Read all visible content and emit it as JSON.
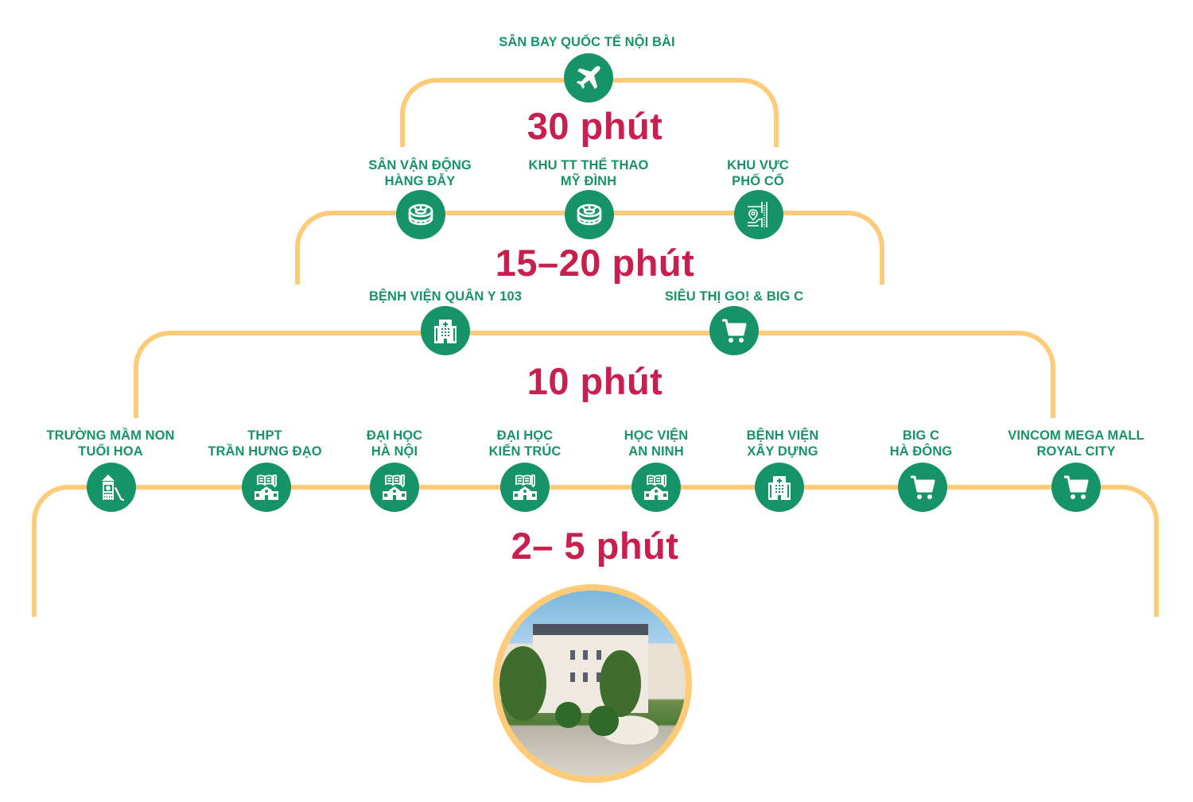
{
  "diagram": {
    "colors": {
      "label_green": "#17936a",
      "time_red": "#c91f4e",
      "bracket_yellow": "#fecb78",
      "icon_bg": "#17936a"
    },
    "tiers": [
      {
        "time": "30 phút",
        "destinations": [
          {
            "name": "SÂN BAY QUỐC TẾ NỘI BÀI",
            "lines": [
              "SÂN BAY QUỐC TẾ NỘI BÀI"
            ],
            "icon": "airplane-icon"
          }
        ]
      },
      {
        "time": "15–20 phút",
        "destinations": [
          {
            "lines": [
              "SÂN VẬN ĐỘNG",
              "HÀNG ĐẪY"
            ],
            "icon": "stadium-icon"
          },
          {
            "lines": [
              "KHU TT THỂ THAO",
              "MỸ ĐÌNH"
            ],
            "icon": "stadium-icon"
          },
          {
            "lines": [
              "KHU VỰC",
              "PHỐ CỔ"
            ],
            "icon": "map-pin-streets-icon"
          }
        ]
      },
      {
        "time": "10 phút",
        "destinations": [
          {
            "lines": [
              "BỆNH VIỆN QUÂN Y 103"
            ],
            "icon": "hospital-icon"
          },
          {
            "lines": [
              "SIÊU THỊ GO! & BIG C"
            ],
            "icon": "shopping-cart-icon"
          }
        ]
      },
      {
        "time": "2– 5 phút",
        "destinations": [
          {
            "lines": [
              "TRƯỜNG MẦM NON",
              "TUỔI HOA"
            ],
            "icon": "playground-icon"
          },
          {
            "lines": [
              "THPT",
              "TRẦN HƯNG ĐẠO"
            ],
            "icon": "school-icon"
          },
          {
            "lines": [
              "ĐẠI HỌC",
              "HÀ NỘI"
            ],
            "icon": "school-icon"
          },
          {
            "lines": [
              "ĐẠI HỌC",
              "KIẾN TRÚC"
            ],
            "icon": "school-icon"
          },
          {
            "lines": [
              "HỌC VIỆN",
              "AN NINH"
            ],
            "icon": "school-icon"
          },
          {
            "lines": [
              "BỆNH VIỆN",
              "XÂY DỰNG"
            ],
            "icon": "hospital-icon"
          },
          {
            "lines": [
              "BIG C",
              "HÀ ĐÔNG"
            ],
            "icon": "shopping-cart-icon"
          },
          {
            "lines": [
              "VINCOM MEGA MALL",
              "ROYAL CITY"
            ],
            "icon": "shopping-cart-icon"
          }
        ]
      }
    ],
    "center_photo": {
      "description": "project-rendering-photo"
    }
  }
}
